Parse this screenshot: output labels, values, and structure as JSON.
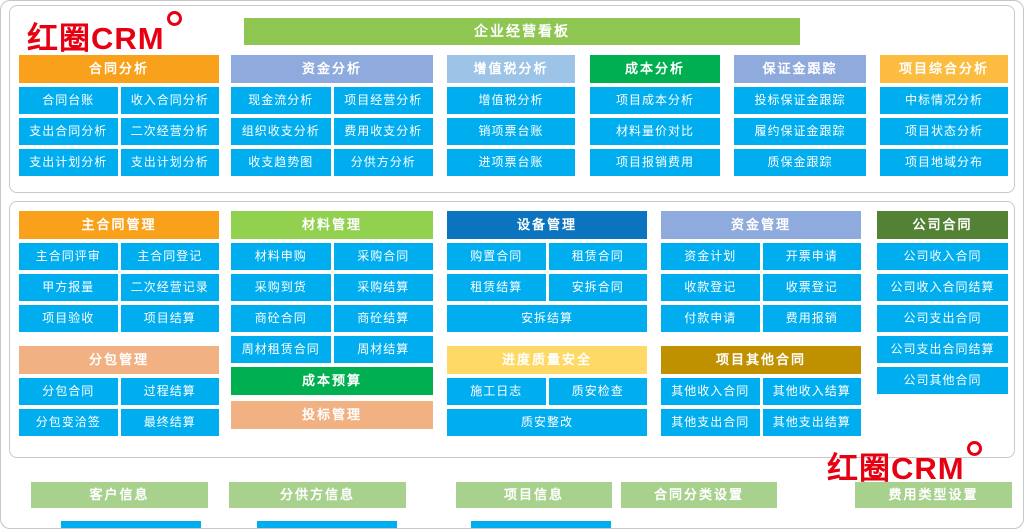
{
  "banner": {
    "label": "企业经营看板"
  },
  "logo": {
    "text": "红圈CRM"
  },
  "colors": {
    "tile": "#00AEEF",
    "banner": "#8FC652",
    "footer-btn": "#A9D18E",
    "logo-red": "#E60012",
    "panel-border": "#c9c9c9"
  },
  "groups": [
    {
      "id": "contract-analysis",
      "title": "合同分析",
      "color": "#F9A11B",
      "rows": [
        [
          "合同台账",
          "收入合同分析"
        ],
        [
          "支出合同分析",
          "二次经营分析"
        ],
        [
          "支出计划分析",
          "支出计划分析"
        ]
      ]
    },
    {
      "id": "funds-analysis",
      "title": "资金分析",
      "color": "#8FAADC",
      "rows": [
        [
          "现金流分析",
          "项目经营分析"
        ],
        [
          "组织收支分析",
          "费用收支分析"
        ],
        [
          "收支趋势图",
          "分供方分析"
        ]
      ]
    },
    {
      "id": "vat-analysis",
      "title": "增值税分析",
      "color": "#9DC3E6",
      "rows": [
        [
          "增值税分析"
        ],
        [
          "销项票台账"
        ],
        [
          "进项票台账"
        ]
      ]
    },
    {
      "id": "cost-analysis",
      "title": "成本分析",
      "color": "#00B050",
      "rows": [
        [
          "项目成本分析"
        ],
        [
          "材料量价对比"
        ],
        [
          "项目报销费用"
        ]
      ]
    },
    {
      "id": "deposit-tracking",
      "title": "保证金跟踪",
      "color": "#8FAADC",
      "rows": [
        [
          "投标保证金跟踪"
        ],
        [
          "履约保证金跟踪"
        ],
        [
          "质保金跟踪"
        ]
      ]
    },
    {
      "id": "project-comprehensive-analysis",
      "title": "项目综合分析",
      "color": "#FBBC3F",
      "rows": [
        [
          "中标情况分析"
        ],
        [
          "项目状态分析"
        ],
        [
          "项目地域分布"
        ]
      ]
    },
    {
      "id": "main-contract-management",
      "title": "主合同管理",
      "color": "#F9A11B",
      "rows": [
        [
          "主合同评审",
          "主合同登记"
        ],
        [
          "甲方报量",
          "二次经营记录"
        ],
        [
          "项目验收",
          "项目结算"
        ]
      ]
    },
    {
      "id": "subcontract-management",
      "title": "分包管理",
      "color": "#F2B183",
      "rows": [
        [
          "分包合同",
          "过程结算"
        ],
        [
          "分包变洽签",
          "最终结算"
        ]
      ]
    },
    {
      "id": "material-management",
      "title": "材料管理",
      "color": "#92D050",
      "rows": [
        [
          "材料申购",
          "采购合同"
        ],
        [
          "采购到货",
          "采购结算"
        ],
        [
          "商砼合同",
          "商砼结算"
        ],
        [
          "周材租赁合同",
          "周材结算"
        ]
      ]
    },
    {
      "id": "cost-budget",
      "title": "成本预算",
      "color": "#00B050",
      "rows": []
    },
    {
      "id": "bidding-management",
      "title": "投标管理",
      "color": "#F2B183",
      "rows": []
    },
    {
      "id": "equipment-management",
      "title": "设备管理",
      "color": "#0C74BF",
      "rows": [
        [
          "购置合同",
          "租赁合同"
        ],
        [
          "租赁结算",
          "安拆合同"
        ],
        [
          "安拆结算"
        ]
      ]
    },
    {
      "id": "progress-quality-safety",
      "title": "进度质量安全",
      "color": "#FFD966",
      "rows": [
        [
          "施工日志",
          "质安检查"
        ],
        [
          "质安整改"
        ]
      ]
    },
    {
      "id": "funds-management",
      "title": "资金管理",
      "color": "#8FAADC",
      "rows": [
        [
          "资金计划",
          "开票申请"
        ],
        [
          "收款登记",
          "收票登记"
        ],
        [
          "付款申请",
          "费用报销"
        ]
      ]
    },
    {
      "id": "project-other-contracts",
      "title": "项目其他合同",
      "color": "#BF9000",
      "rows": [
        [
          "其他收入合同",
          "其他收入结算"
        ],
        [
          "其他支出合同",
          "其他支出结算"
        ]
      ]
    },
    {
      "id": "company-contracts",
      "title": "公司合同",
      "color": "#548235",
      "rows": [
        [
          "公司收入合同"
        ],
        [
          "公司收入合同结算"
        ],
        [
          "公司支出合同"
        ],
        [
          "公司支出合同结算"
        ],
        [
          "公司其他合同"
        ]
      ]
    }
  ],
  "footer_buttons": [
    "客户信息",
    "分供方信息",
    "项目信息",
    "合同分类设置",
    "费用类型设置"
  ]
}
